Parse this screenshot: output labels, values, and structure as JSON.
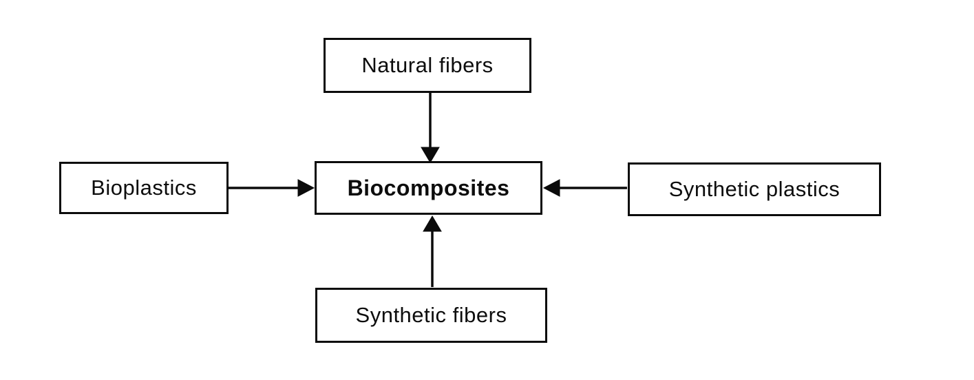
{
  "diagram": {
    "type": "flowchart",
    "nodes": {
      "natural_fibers": {
        "label": "Natural fibers"
      },
      "bioplastics": {
        "label": "Bioplastics"
      },
      "biocomposites": {
        "label": "Biocomposites",
        "emphasis": "bold"
      },
      "synthetic_plastics": {
        "label": "Synthetic plastics"
      },
      "synthetic_fibers": {
        "label": "Synthetic fibers"
      }
    },
    "edges": [
      {
        "from": "Natural fibers",
        "to": "Biocomposites",
        "arrow_direction": "down"
      },
      {
        "from": "Bioplastics",
        "to": "Biocomposites",
        "arrow_direction": "right"
      },
      {
        "from": "Synthetic plastics",
        "to": "Biocomposites",
        "arrow_direction": "left"
      },
      {
        "from": "Synthetic fibers",
        "to": "Biocomposites",
        "arrow_direction": "up"
      }
    ],
    "colors": {
      "line": "#0b0b0b",
      "text": "#0d0d0d",
      "box_fill": "#ffffff",
      "background": "#ffffff"
    }
  }
}
